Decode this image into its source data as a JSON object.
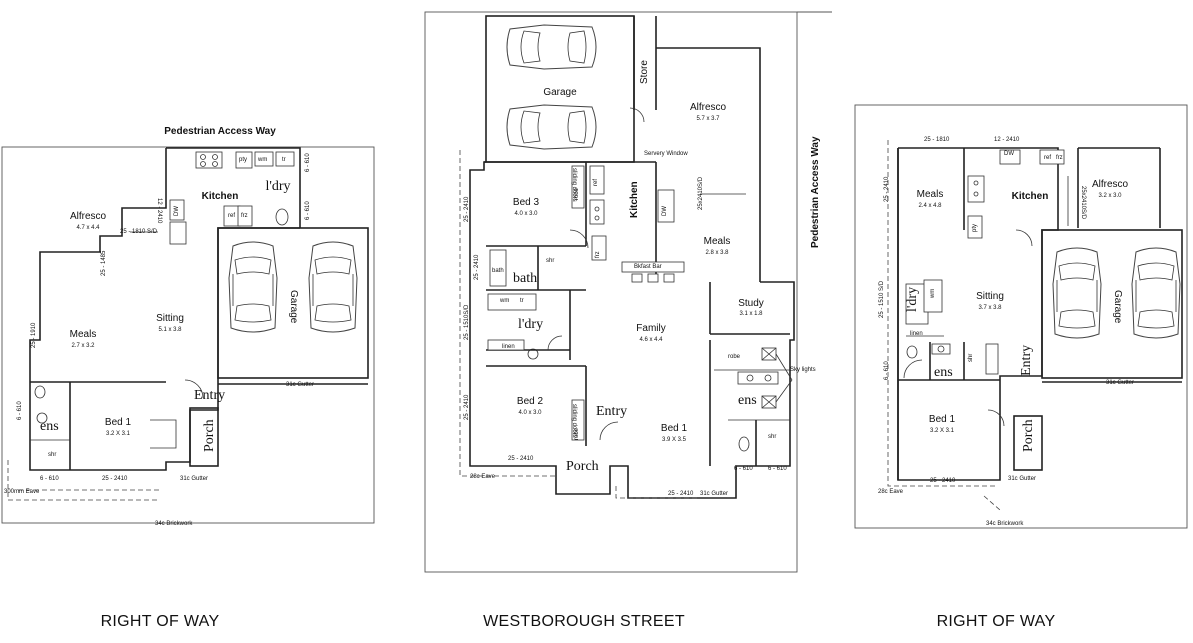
{
  "streets": {
    "left": "RIGHT OF WAY",
    "center": "WESTBOROUGH STREET",
    "right": "RIGHT OF WAY"
  },
  "plan_left": {
    "access": "Pedestrian Access Way",
    "rooms": {
      "alfresco": "Alfresco",
      "alfresco_size": "4.7 x 4.4",
      "kitchen": "Kitchen",
      "ldry": "l'dry",
      "meals": "Meals",
      "meals_size": "2.7 x 3.2",
      "sitting": "Sitting",
      "sitting_size": "5.1 x 3.8",
      "garage": "Garage",
      "entry": "Entry",
      "porch": "Porch",
      "bed1": "Bed 1",
      "bed1_size": "3.2 X 3.1",
      "ens": "ens",
      "shr": "shr"
    },
    "fixtures": {
      "pty": "pty",
      "wm": "wm",
      "tr": "tr",
      "ref": "ref",
      "frz": "frz",
      "dw": "DW"
    },
    "dims": {
      "sd": "25 - 1810 S/D",
      "d1": "25 - 1485",
      "d2": "25 - 1910",
      "d3": "12 - 2410",
      "d4": "6 - 610",
      "d5": "6 - 610",
      "d6": "6 - 610",
      "d7": "25 - 2410",
      "d8": "6 - 610",
      "gutter1": "31c Gutter",
      "gutter2": "31c Gutter",
      "eave": "300mm Eave",
      "brick": "34c Brickwork"
    }
  },
  "plan_center": {
    "access": "Pedestrian Access Way",
    "rooms": {
      "garage": "Garage",
      "store": "Store",
      "alfresco": "Alfresco",
      "alfresco_size": "5.7 x 3.7",
      "servery": "Servery Window",
      "bed3": "Bed 3",
      "bed3_size": "4.0 x 3.0",
      "kitchen": "Kitchen",
      "meals": "Meals",
      "meals_size": "2.8 x 3.8",
      "bath": "bath",
      "shr": "shr",
      "bkfast": "Bkfast Bar",
      "study": "Study",
      "study_size": "3.1 x 1.8",
      "ldry": "l'dry",
      "linen": "linen",
      "family": "Family",
      "family_size": "4.6 x 4.4",
      "bed2": "Bed 2",
      "bed2_size": "4.0 x 3.0",
      "entry": "Entry",
      "porch": "Porch",
      "bed1": "Bed 1",
      "bed1_size": "3.9 X 3.5",
      "ens": "ens",
      "shr2": "shr",
      "robe": "robe",
      "robe2": "robe",
      "robe3": "robe",
      "skylights": "Sky lights",
      "sliding1": "sliding doors",
      "sliding2": "sliding doors"
    },
    "fixtures": {
      "wm": "wm",
      "tr": "tr",
      "bath": "bath",
      "ref": "ref",
      "frz": "frz",
      "dw": "DW"
    },
    "dims": {
      "sd": "25x2410S/D",
      "d1": "25 - 2410",
      "d2": "25 - 2410",
      "d3": "25 - 1510S/D",
      "d4": "25 - 2410",
      "d5": "25 - 2410",
      "d6": "6 - 610",
      "d7": "6 - 610",
      "d8": "25 - 2410",
      "d9": "25 - 2410",
      "gutter": "31c Gutter",
      "eave": "28c Eave"
    }
  },
  "plan_right": {
    "rooms": {
      "meals": "Meals",
      "meals_size": "2.4 x 4.8",
      "kitchen": "Kitchen",
      "alfresco": "Alfresco",
      "alfresco_size": "3.2 x 3.0",
      "ldry": "l'dry",
      "linen": "linen",
      "sitting": "Sitting",
      "sitting_size": "3.7 x 3.8",
      "garage": "Garage",
      "ens": "ens",
      "entry": "Entry",
      "porch": "Porch",
      "bed1": "Bed 1",
      "bed1_size": "3.2 X 3.1"
    },
    "fixtures": {
      "ref": "ref",
      "frz": "frz",
      "pty": "pty",
      "wm": "wm",
      "dw": "DW",
      "shr": "shr"
    },
    "dims": {
      "d1": "25 - 1810",
      "d2": "12 - 2410",
      "d3": "25 - 2410",
      "d4": "25x2410S/D",
      "d5": "25 - 1510 S/D",
      "d6": "6 - 610",
      "d7": "25 - 2410",
      "gutter1": "31c Gutter",
      "gutter2": "31c Gutter",
      "eave": "28c Eave",
      "brick": "34c Brickwork"
    }
  },
  "icons": [
    "car-icon",
    "door-swing-icon",
    "toilet-icon",
    "sink-icon",
    "stove-icon",
    "skylight-icon"
  ]
}
